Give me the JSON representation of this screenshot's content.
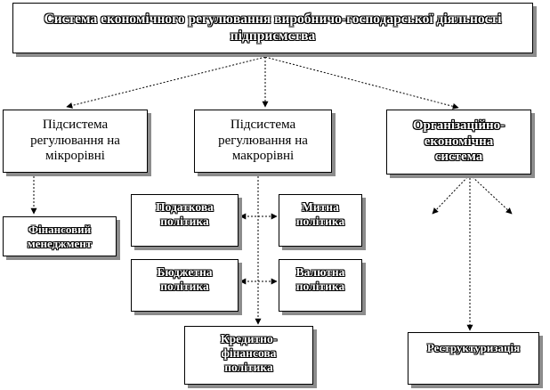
{
  "root": {
    "label": "Система економічного регулювання виробничо-господарської діяльності підприємства"
  },
  "subsystems": {
    "micro": "Підсистема регулювання на мікрорівні",
    "macro": "Підсистема регулювання на макрорівні",
    "org": "Організаційно-економічна система"
  },
  "micro_children": {
    "finance": "Фінансовий менеджмент"
  },
  "macro_children": {
    "tax": "Податкова політика",
    "customs": "Митна політика",
    "budget": "Бюджетна політика",
    "currency": "Валютна політика",
    "credit": "Кредитно-фінансова політика"
  },
  "org_children": {
    "restructuring": "Реструктуризація"
  },
  "colors": {
    "line": "#000000",
    "shadow": "#8c8c8c",
    "box_fill": "#ffffff"
  }
}
